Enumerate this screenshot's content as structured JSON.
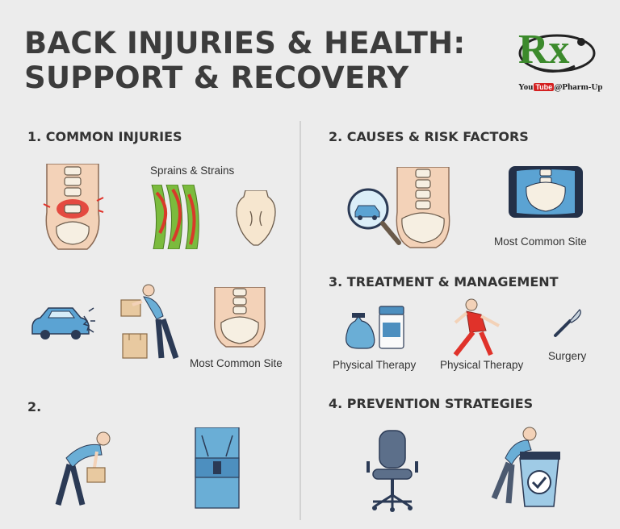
{
  "title": {
    "line1": "BACK INJURIES & HEALTH:",
    "line2": "SUPPORT & RECOVERY"
  },
  "logo": {
    "letters": "Rx",
    "channel_prefix": "You",
    "channel_box": "Tube",
    "handle": "@Pharm-Up"
  },
  "sections": {
    "common_injuries": {
      "heading": "1. COMMON INJURIES",
      "caption_sprains": "Sprains & Strains",
      "caption_site": "Most Common Site"
    },
    "causes": {
      "heading": "2. CAUSES & RISK FACTORS",
      "caption_site": "Most Common Site"
    },
    "treatment": {
      "heading": "3. TREATMENT & MANAGEMENT",
      "caption_1": "Physical Therapy",
      "caption_2": "Physical Therapy",
      "caption_3": "Surgery"
    },
    "section2_left": {
      "heading": "2."
    },
    "prevention": {
      "heading": "4. PREVENTION STRATEGIES"
    }
  },
  "colors": {
    "background": "#ececec",
    "skin": "#f3d2b8",
    "bone": "#f6efe2",
    "inflammation": "#e0322a",
    "shirt_blue": "#6aaed6",
    "dark_navy": "#2b3a55",
    "muscle_green": "#7bbb3d"
  }
}
